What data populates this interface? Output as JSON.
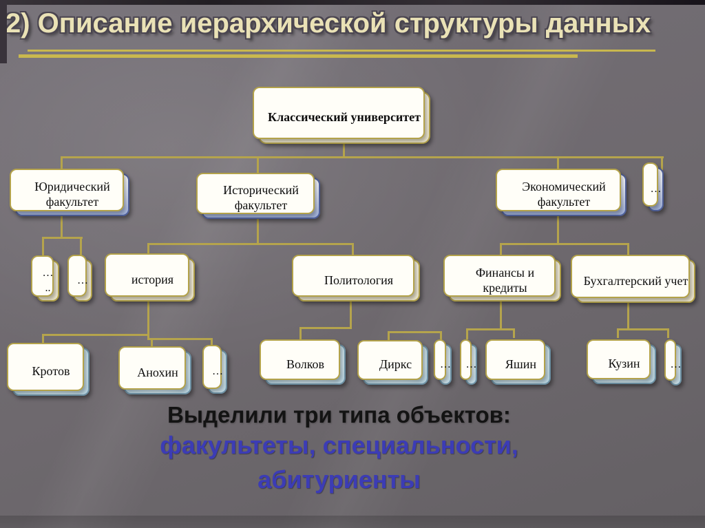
{
  "slide": {
    "title": "2) Описание иерархической структуры данных",
    "footer_line1": "Выделили три типа объектов:",
    "footer_line2": "факультеты, специальности,",
    "footer_line3": "абитуриенты"
  },
  "nodes": {
    "root": "Классический университет",
    "fac_law": "Юридический факультет",
    "fac_hist": "Исторический факультет",
    "fac_econ": "Экономический факультет",
    "fac_more": "…",
    "spec_more1_a": "…",
    "spec_more1_b": "..",
    "spec_more2": "…",
    "spec_history": "история",
    "spec_politology": "Политология",
    "spec_finance": "Финансы и кредиты",
    "spec_accounting": "Бухгалтерский учет",
    "app_krotov": "Кротов",
    "app_anokhin": "Анохин",
    "app_more1": "…",
    "app_volkov": "Волков",
    "app_dirks": "Диркс",
    "app_more2": "…",
    "app_more3": "…",
    "app_yashin": "Яшин",
    "app_kuzin": "Кузин",
    "app_more4": "…"
  },
  "colors": {
    "connector_gold": "#b5a44c",
    "title_text": "#eae2b6",
    "footer_blue": "#3c3cb5",
    "cream_fill": "#f3edd7",
    "faculty_blue": "#b7c4e6",
    "applicant_cyan": "#cfe6ef",
    "background_gray": "#6e696e"
  }
}
